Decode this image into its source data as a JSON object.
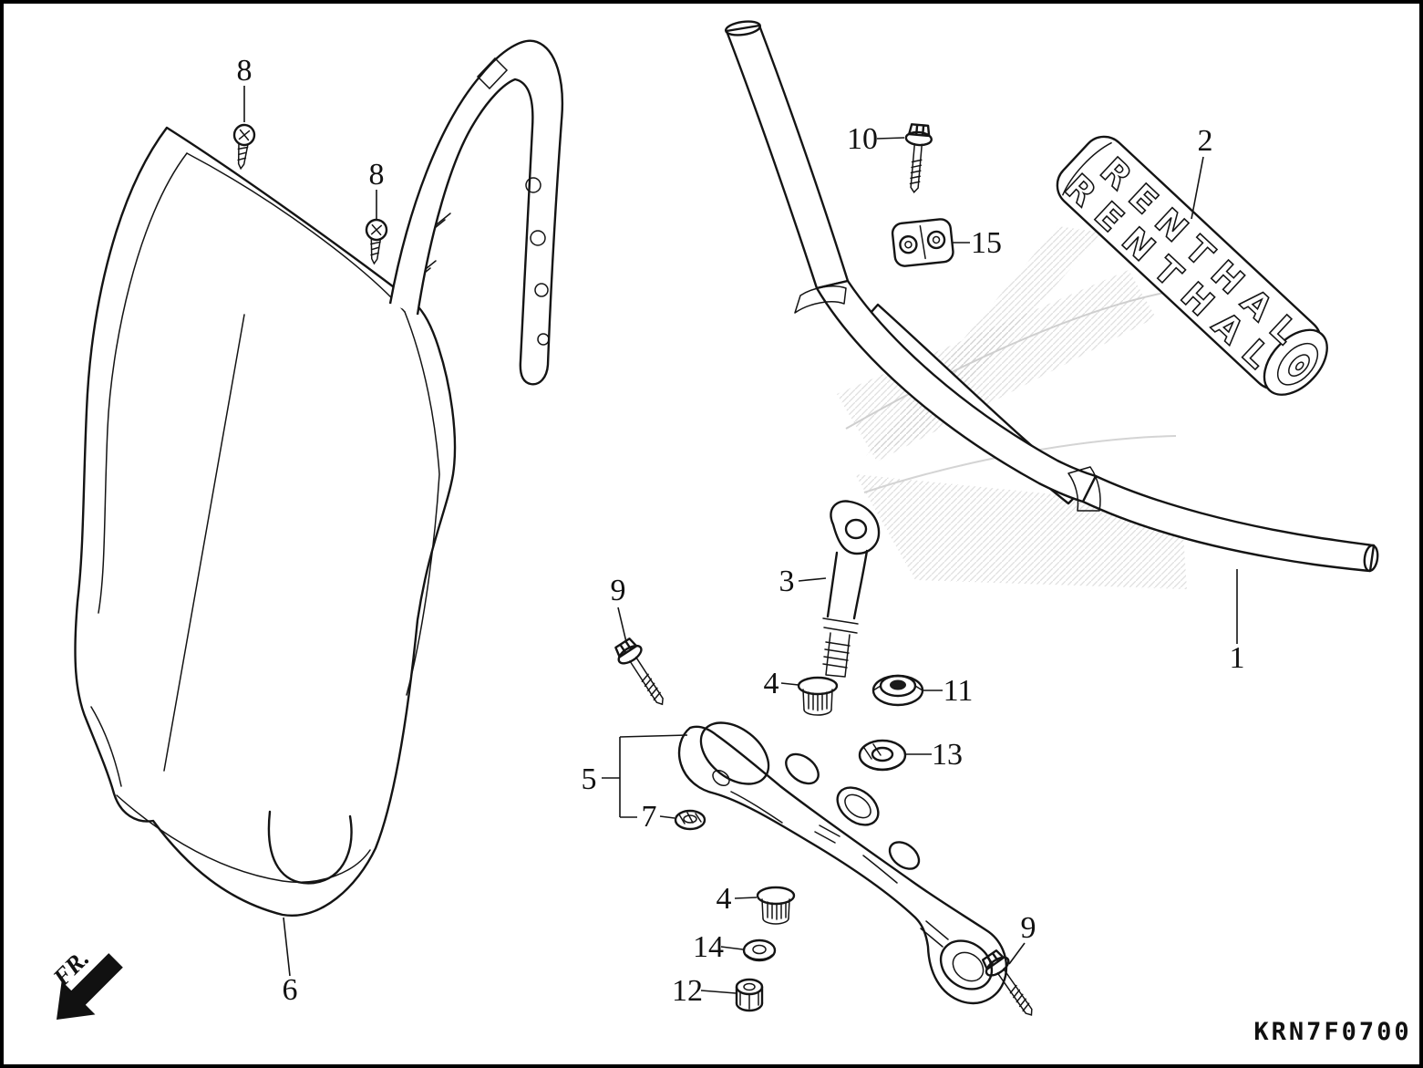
{
  "diagram": {
    "code": "KRN7F0700",
    "fr_label": "FR.",
    "pad": {
      "brand_top": "RENTHAL",
      "brand_bottom": "RENTHAL"
    }
  },
  "callouts": [
    {
      "part": "8"
    },
    {
      "part": "8"
    },
    {
      "part": "10"
    },
    {
      "part": "15"
    },
    {
      "part": "2"
    },
    {
      "part": "3"
    },
    {
      "part": "9"
    },
    {
      "part": "4"
    },
    {
      "part": "11"
    },
    {
      "part": "13"
    },
    {
      "part": "5"
    },
    {
      "part": "7"
    },
    {
      "part": "1"
    },
    {
      "part": "4"
    },
    {
      "part": "14"
    },
    {
      "part": "12"
    },
    {
      "part": "9"
    },
    {
      "part": "6"
    }
  ],
  "colors": {
    "line": "#141414",
    "background": "#ffffff",
    "watermark": "#c6c6c6"
  }
}
